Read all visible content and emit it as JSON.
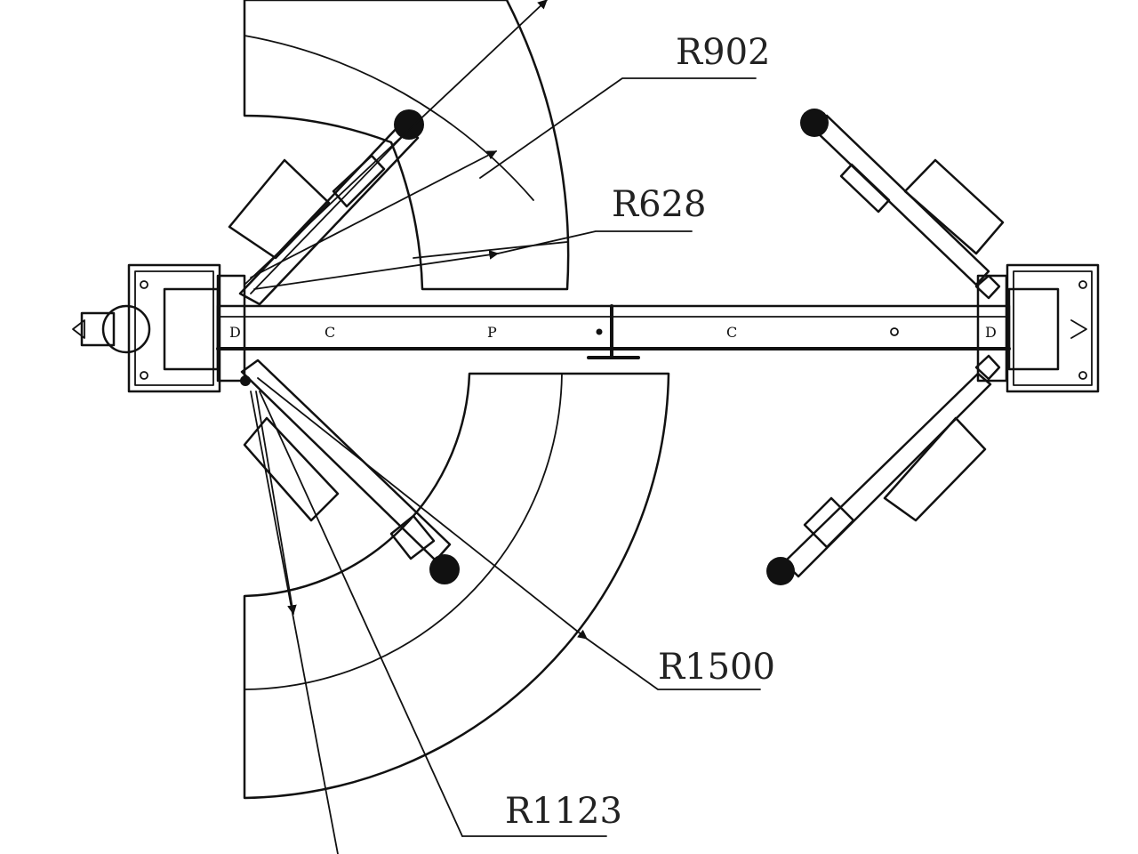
{
  "diagram": {
    "dimensions": [
      {
        "id": "r902",
        "text": "R902"
      },
      {
        "id": "r628",
        "text": "R628"
      },
      {
        "id": "r1500",
        "text": "R1500"
      },
      {
        "id": "r1123",
        "text": "R1123"
      }
    ],
    "beam_marks": [
      "D",
      "C",
      "P",
      "C",
      "D"
    ],
    "colors": {
      "ink": "#111111",
      "paper": "#ffffff"
    }
  }
}
